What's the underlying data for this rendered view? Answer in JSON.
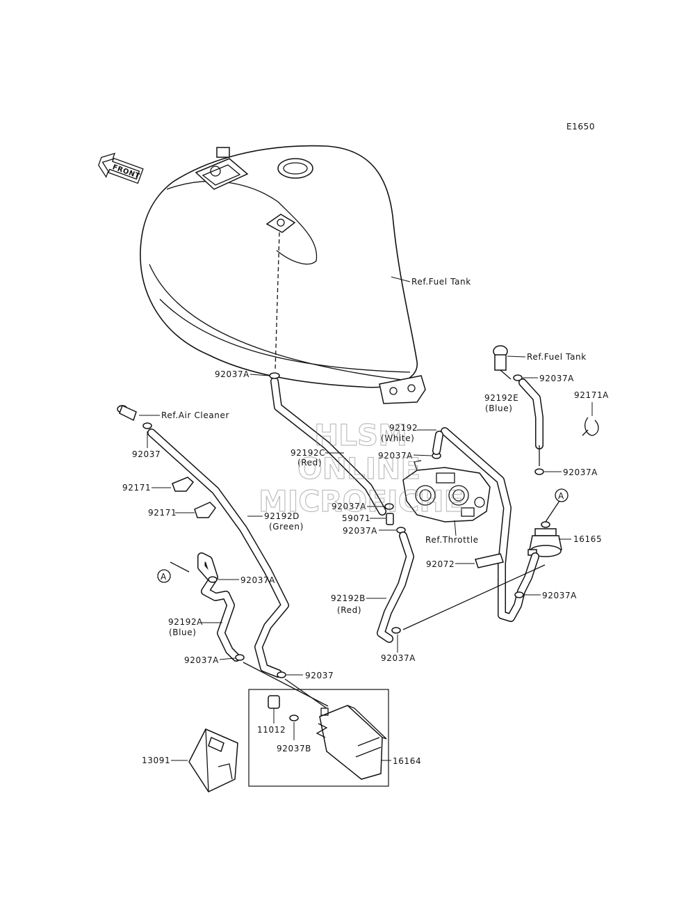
{
  "diagram_code": "E1650",
  "front_arrow": "FRONT",
  "watermark": [
    "HLSM",
    "ONLINE",
    "MICROFICHE"
  ],
  "callouts": {
    "ref_fuel_tank_1": "Ref.Fuel Tank",
    "ref_fuel_tank_2": "Ref.Fuel Tank",
    "ref_air_cleaner": "Ref.Air Cleaner",
    "ref_throttle": "Ref.Throttle",
    "p92037A_tank": "92037A",
    "p92037A_right_top": "92037A",
    "p92192E": "92192E",
    "p92192E_color": "(Blue)",
    "p92171A": "92171A",
    "p92037": "92037",
    "p92192": "92192",
    "p92192_color": "(White)",
    "p92192C": "92192C",
    "p92192C_color": "(Red)",
    "p92037A_mid": "92037A",
    "p92037A_right": "92037A",
    "p92171_a": "92171",
    "p92171_b": "92171",
    "p92192D": "92192D",
    "p92192D_color": "(Green)",
    "p92037A_throttle_1": "92037A",
    "p59071": "59071",
    "p92037A_throttle_2": "92037A",
    "p16165": "16165",
    "p92072": "92072",
    "p92037A_left": "92037A",
    "p92037A_lower_right": "92037A",
    "p92192B": "92192B",
    "p92192B_color": "(Red)",
    "p92192A": "92192A",
    "p92192A_color": "(Blue)",
    "p92037A_center_bottom": "92037A",
    "p92037A_left_bottom": "92037A",
    "p92037_bottom": "92037",
    "p11012": "11012",
    "p92037B": "92037B",
    "p13091": "13091",
    "p16164": "16164",
    "ref_a_left": "A",
    "ref_a_right": "A"
  }
}
